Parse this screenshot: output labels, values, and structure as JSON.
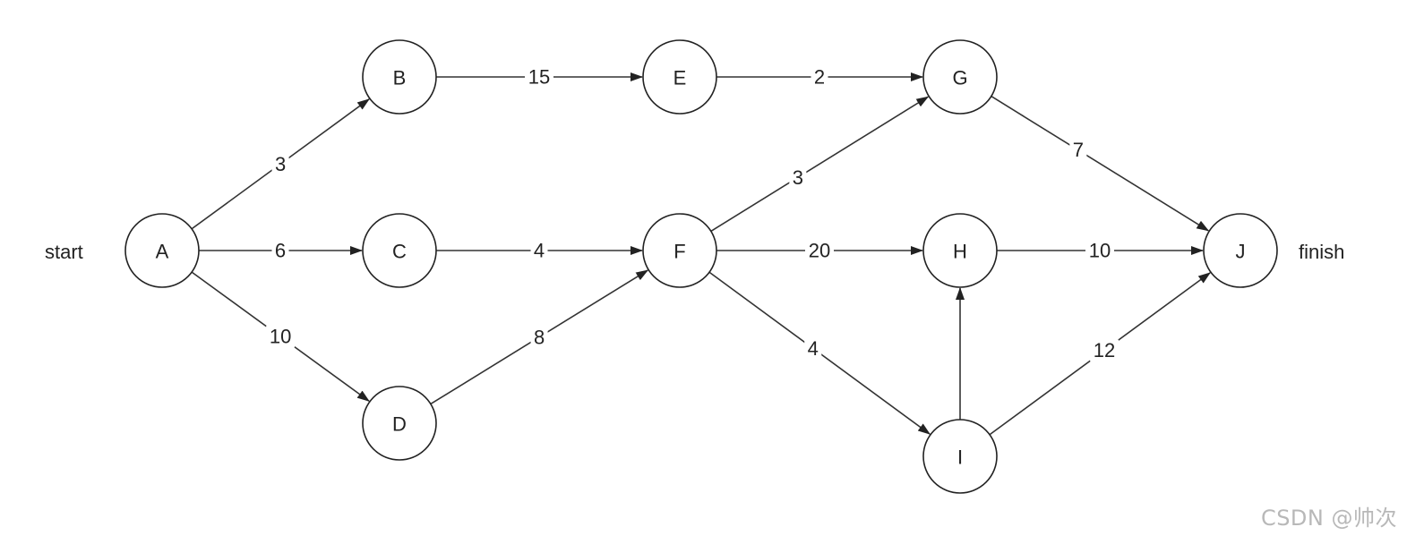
{
  "diagram": {
    "start_label": "start",
    "finish_label": "finish",
    "nodes": [
      {
        "id": "A",
        "label": "A"
      },
      {
        "id": "B",
        "label": "B"
      },
      {
        "id": "C",
        "label": "C"
      },
      {
        "id": "D",
        "label": "D"
      },
      {
        "id": "E",
        "label": "E"
      },
      {
        "id": "F",
        "label": "F"
      },
      {
        "id": "G",
        "label": "G"
      },
      {
        "id": "H",
        "label": "H"
      },
      {
        "id": "I",
        "label": "I"
      },
      {
        "id": "J",
        "label": "J"
      }
    ],
    "edges": [
      {
        "from": "A",
        "to": "B",
        "weight": "3"
      },
      {
        "from": "A",
        "to": "C",
        "weight": "6"
      },
      {
        "from": "A",
        "to": "D",
        "weight": "10"
      },
      {
        "from": "B",
        "to": "E",
        "weight": "15"
      },
      {
        "from": "C",
        "to": "F",
        "weight": "4"
      },
      {
        "from": "D",
        "to": "F",
        "weight": "8"
      },
      {
        "from": "E",
        "to": "G",
        "weight": "2"
      },
      {
        "from": "F",
        "to": "G",
        "weight": "3"
      },
      {
        "from": "F",
        "to": "H",
        "weight": "20"
      },
      {
        "from": "F",
        "to": "I",
        "weight": "4"
      },
      {
        "from": "I",
        "to": "H",
        "weight": ""
      },
      {
        "from": "G",
        "to": "J",
        "weight": "7"
      },
      {
        "from": "H",
        "to": "J",
        "weight": "10"
      },
      {
        "from": "I",
        "to": "J",
        "weight": "12"
      }
    ]
  },
  "watermark": {
    "text": "CSDN @帅次"
  },
  "colors": {
    "stroke": "#333333",
    "text": "#222222",
    "watermark": "#b8b8b8"
  }
}
